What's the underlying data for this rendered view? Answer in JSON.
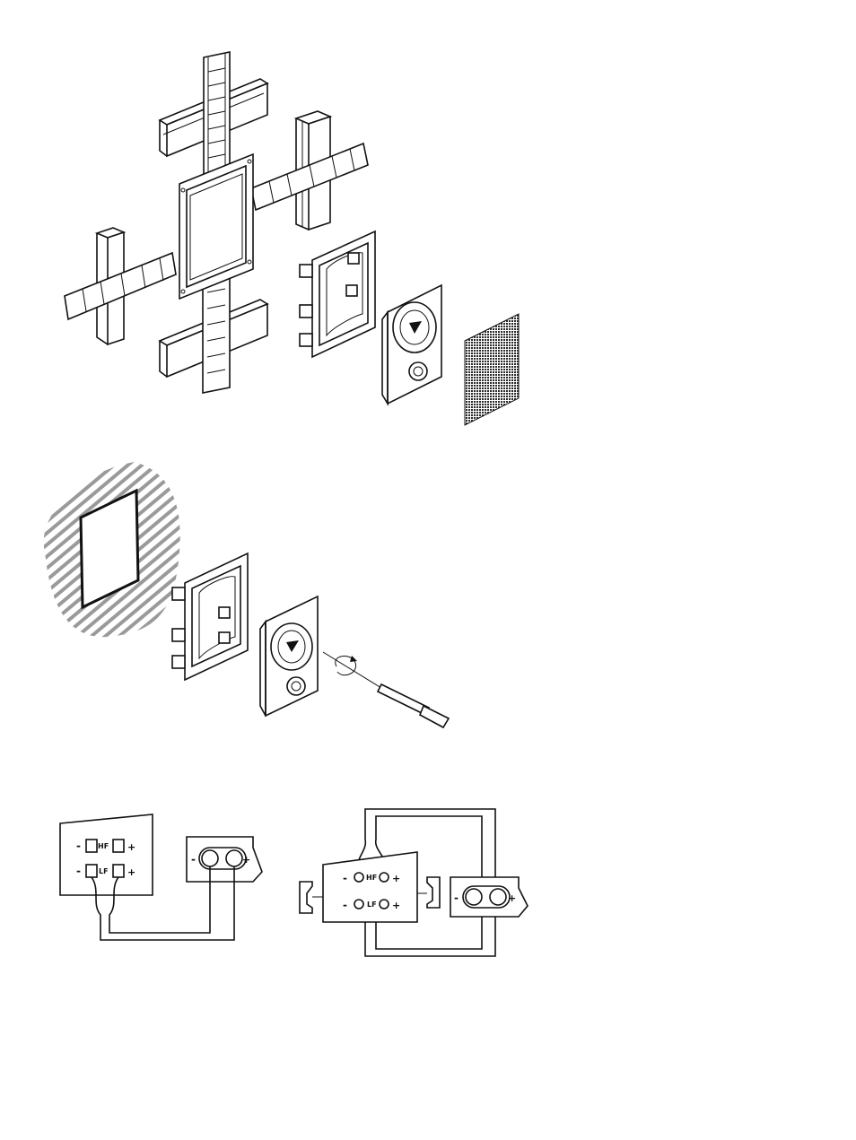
{
  "colors": {
    "ink": "#111111",
    "paper": "#ffffff",
    "grille": "#2a2a2a",
    "hatch": "#9a9a9a"
  },
  "figures": [
    {
      "id": "exploded-mounting-view",
      "shows": [
        "studs",
        "mounting-bracket-frame",
        "mounting-frame",
        "speaker",
        "grille"
      ]
    },
    {
      "id": "wall-installation-view",
      "shows": [
        "wall-cutout",
        "mounting-frame",
        "speaker",
        "screwdriver"
      ]
    },
    {
      "id": "wiring-diagrams",
      "shows": [
        "bi-wire-terminal-block",
        "amplifier-terminals"
      ]
    }
  ],
  "wiring": {
    "left_panel": {
      "hf_label": "HF",
      "lf_label": "LF",
      "minus": "-",
      "plus": "+"
    },
    "left_amp": {
      "minus": "-",
      "plus": "+"
    },
    "right_panel": {
      "hf_label": "HF",
      "lf_label": "LF",
      "minus": "-",
      "plus": "+"
    },
    "right_amp": {
      "minus": "-",
      "plus": "+"
    }
  }
}
